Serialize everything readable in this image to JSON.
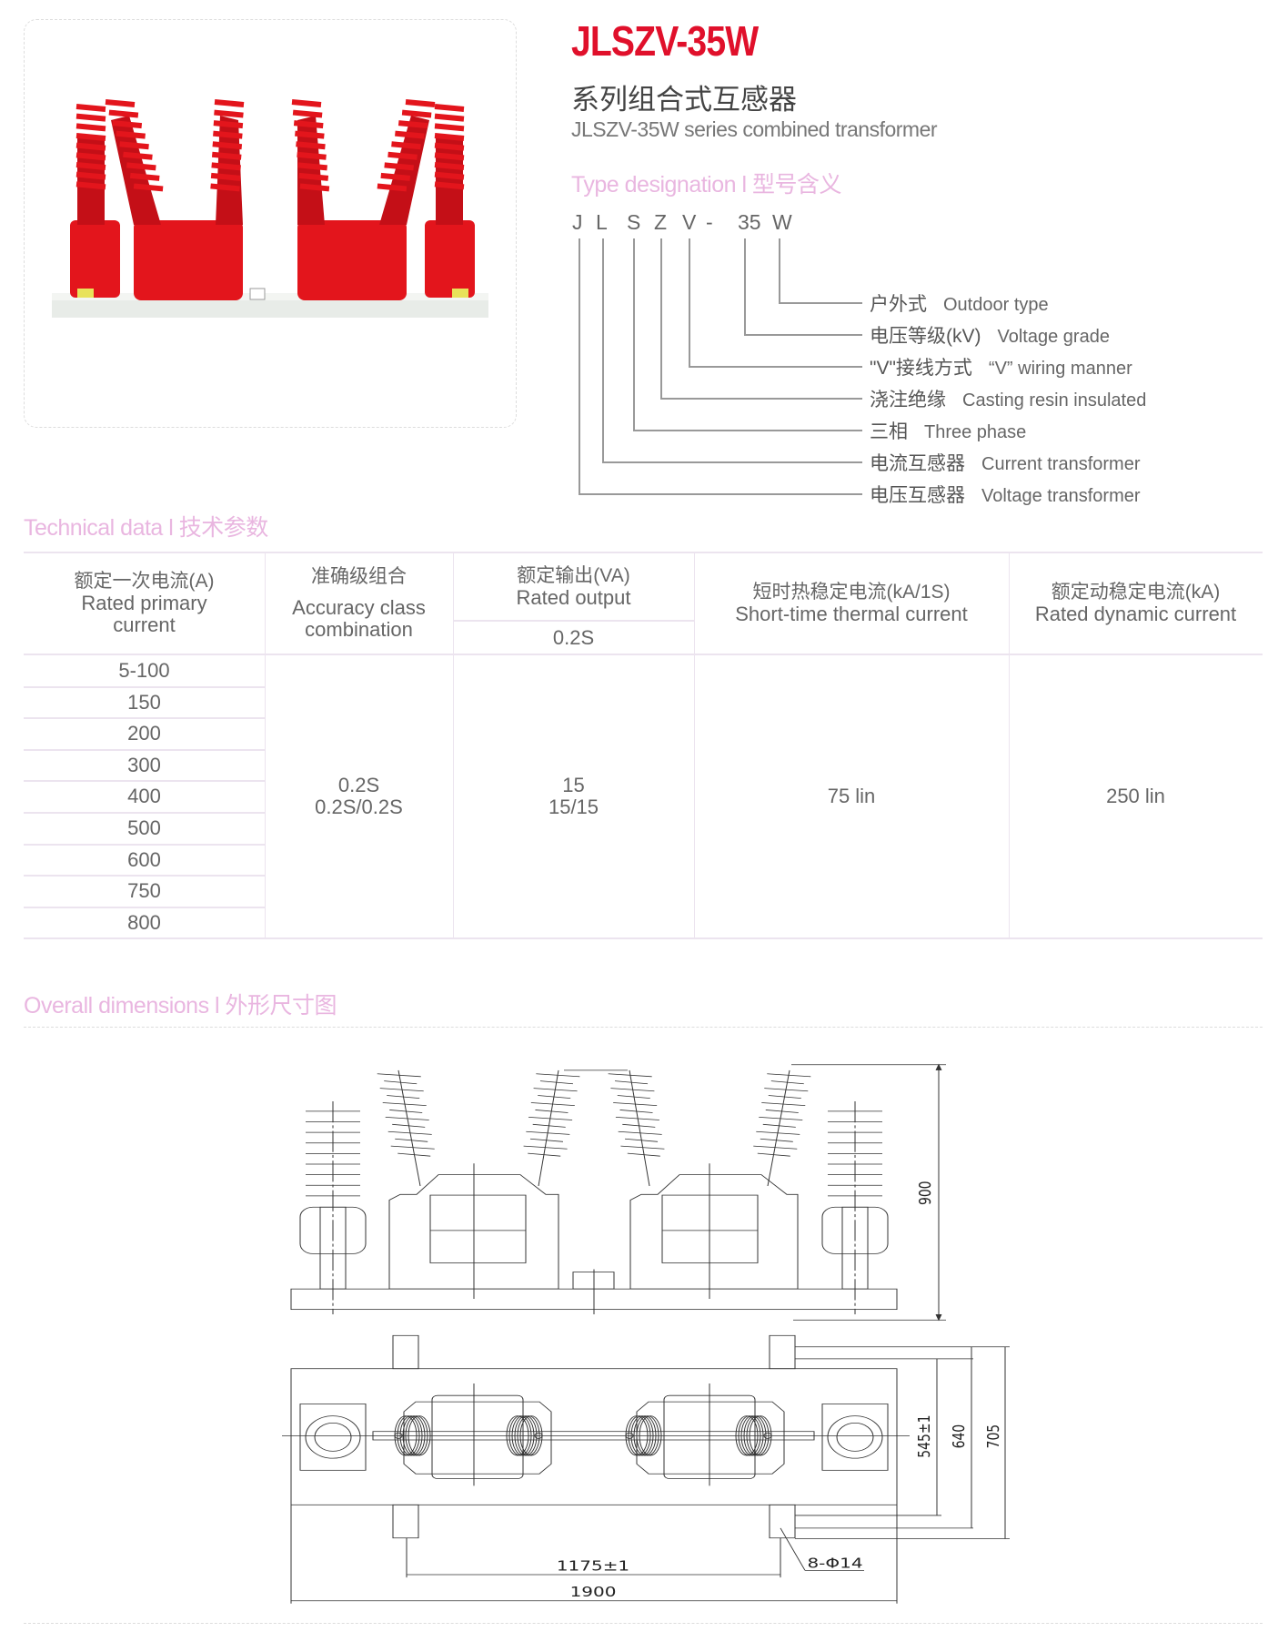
{
  "header": {
    "title": "JLSZV-35W",
    "subtitle_cn": "系列组合式互感器",
    "subtitle_en": "JLSZV-35W series combined transformer"
  },
  "type_designation": {
    "heading": "Type designation l 型号含义",
    "letters": [
      "J",
      "L",
      "S",
      "Z",
      "V",
      "-",
      "35",
      "W"
    ],
    "rows": [
      {
        "cn": "户外式",
        "en": "Outdoor type"
      },
      {
        "cn": "电压等级(kV)",
        "en": "Voltage grade"
      },
      {
        "cn": "\"V\"接线方式",
        "en": "“V”  wiring manner"
      },
      {
        "cn": "浇注绝缘",
        "en": "Casting resin insulated"
      },
      {
        "cn": "三相",
        "en": "Three phase"
      },
      {
        "cn": "电流互感器",
        "en": "Current transformer"
      },
      {
        "cn": "电压互感器",
        "en": "Voltage transformer"
      }
    ]
  },
  "technical_data": {
    "heading": "Technical data l 技术参数",
    "headers": [
      {
        "cn": "额定一次电流(A)",
        "en": "Rated primary current"
      },
      {
        "cn": "准确级组合",
        "en": "Accuracy class combination"
      },
      {
        "cn": "额定输出(VA)",
        "en": "Rated output",
        "sub": "0.2S"
      },
      {
        "cn": "短时热稳定电流(kA/1S)",
        "en": "Short-time thermal current"
      },
      {
        "cn": "额定动稳定电流(kA)",
        "en": "Rated dynamic current"
      }
    ],
    "primary_currents": [
      "5-100",
      "150",
      "200",
      "300",
      "400",
      "500",
      "600",
      "750",
      "800"
    ],
    "accuracy": [
      "0.2S",
      "0.2S/0.2S"
    ],
    "output": [
      "15",
      "15/15"
    ],
    "thermal": "75 lin",
    "dynamic": "250 lin"
  },
  "dimensions": {
    "heading": "Overall dimensions l 外形尺寸图",
    "height": "900",
    "d545": "545±1",
    "d640": "640",
    "d705": "705",
    "d1175": "1175±1",
    "d1900": "1900",
    "holes": "8-Φ14"
  },
  "colors": {
    "brand_red": "#e0102b",
    "section_pink": "#e9b6e0",
    "product_red": "#e3151c"
  }
}
